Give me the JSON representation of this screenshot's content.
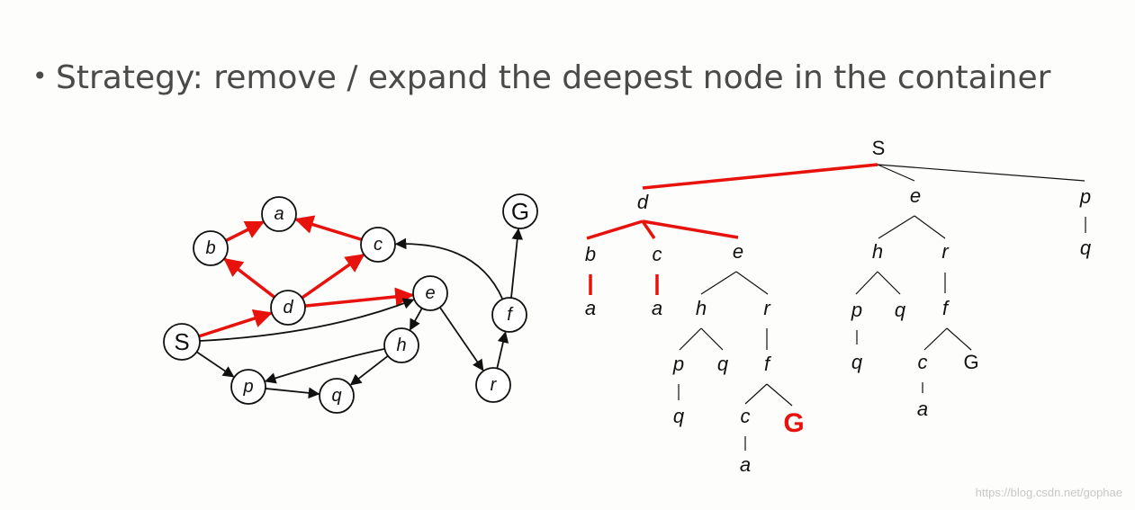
{
  "heading": {
    "bullet": "•",
    "text": "Strategy: remove / expand the deepest node in the container"
  },
  "graph": {
    "nodes": [
      {
        "id": "S",
        "label": "S",
        "style": "upright"
      },
      {
        "id": "a",
        "label": "a",
        "style": "italic"
      },
      {
        "id": "b",
        "label": "b",
        "style": "italic"
      },
      {
        "id": "c",
        "label": "c",
        "style": "italic"
      },
      {
        "id": "d",
        "label": "d",
        "style": "italic"
      },
      {
        "id": "e",
        "label": "e",
        "style": "italic"
      },
      {
        "id": "f",
        "label": "f",
        "style": "italic"
      },
      {
        "id": "G",
        "label": "G",
        "style": "upright"
      },
      {
        "id": "h",
        "label": "h",
        "style": "italic"
      },
      {
        "id": "p",
        "label": "p",
        "style": "italic"
      },
      {
        "id": "q",
        "label": "q",
        "style": "italic"
      },
      {
        "id": "r",
        "label": "r",
        "style": "italic"
      }
    ],
    "edges": [
      {
        "from": "S",
        "to": "d",
        "highlight": true
      },
      {
        "from": "d",
        "to": "b",
        "highlight": true
      },
      {
        "from": "d",
        "to": "c",
        "highlight": true
      },
      {
        "from": "d",
        "to": "e",
        "highlight": true
      },
      {
        "from": "b",
        "to": "a",
        "highlight": true
      },
      {
        "from": "c",
        "to": "a",
        "highlight": true
      },
      {
        "from": "S",
        "to": "e",
        "highlight": false
      },
      {
        "from": "S",
        "to": "p",
        "highlight": false
      },
      {
        "from": "e",
        "to": "h",
        "highlight": false
      },
      {
        "from": "e",
        "to": "r",
        "highlight": false
      },
      {
        "from": "h",
        "to": "p",
        "highlight": false
      },
      {
        "from": "h",
        "to": "q",
        "highlight": false
      },
      {
        "from": "p",
        "to": "q",
        "highlight": false
      },
      {
        "from": "r",
        "to": "f",
        "highlight": false
      },
      {
        "from": "f",
        "to": "c",
        "highlight": false
      },
      {
        "from": "f",
        "to": "G",
        "highlight": false
      }
    ]
  },
  "tree": {
    "nodes": [
      {
        "id": "t_S",
        "label": "S",
        "style": "upright"
      },
      {
        "id": "t_d",
        "label": "d",
        "style": "italic"
      },
      {
        "id": "t_e",
        "label": "e",
        "style": "italic"
      },
      {
        "id": "t_p",
        "label": "p",
        "style": "italic"
      },
      {
        "id": "t_d_b",
        "label": "b",
        "style": "italic"
      },
      {
        "id": "t_d_c",
        "label": "c",
        "style": "italic"
      },
      {
        "id": "t_d_e",
        "label": "e",
        "style": "italic"
      },
      {
        "id": "t_d_b_a",
        "label": "a",
        "style": "italic"
      },
      {
        "id": "t_d_c_a",
        "label": "a",
        "style": "italic"
      },
      {
        "id": "t_d_e_h",
        "label": "h",
        "style": "italic"
      },
      {
        "id": "t_d_e_r",
        "label": "r",
        "style": "italic"
      },
      {
        "id": "t_d_e_h_p",
        "label": "p",
        "style": "italic"
      },
      {
        "id": "t_d_e_h_q",
        "label": "q",
        "style": "italic"
      },
      {
        "id": "t_d_e_h_p_q",
        "label": "q",
        "style": "italic"
      },
      {
        "id": "t_d_e_r_f",
        "label": "f",
        "style": "italic"
      },
      {
        "id": "t_d_e_r_f_c",
        "label": "c",
        "style": "italic"
      },
      {
        "id": "t_d_e_r_f_G",
        "label": "G",
        "style": "goal"
      },
      {
        "id": "t_d_e_r_f_c_a",
        "label": "a",
        "style": "italic"
      },
      {
        "id": "t_e_h",
        "label": "h",
        "style": "italic"
      },
      {
        "id": "t_e_r",
        "label": "r",
        "style": "italic"
      },
      {
        "id": "t_e_h_p",
        "label": "p",
        "style": "italic"
      },
      {
        "id": "t_e_h_q",
        "label": "q",
        "style": "italic"
      },
      {
        "id": "t_e_h_p_q",
        "label": "q",
        "style": "italic"
      },
      {
        "id": "t_e_r_f",
        "label": "f",
        "style": "italic"
      },
      {
        "id": "t_e_r_f_c",
        "label": "c",
        "style": "italic"
      },
      {
        "id": "t_e_r_f_G",
        "label": "G",
        "style": "upright"
      },
      {
        "id": "t_e_r_f_c_a",
        "label": "a",
        "style": "italic"
      },
      {
        "id": "t_p_q",
        "label": "q",
        "style": "italic"
      }
    ],
    "edges": [
      {
        "from": "t_S",
        "to": "t_d",
        "highlight": true
      },
      {
        "from": "t_S",
        "to": "t_e",
        "highlight": false
      },
      {
        "from": "t_S",
        "to": "t_p",
        "highlight": false
      },
      {
        "from": "t_d",
        "to": "t_d_b",
        "highlight": true
      },
      {
        "from": "t_d",
        "to": "t_d_c",
        "highlight": true
      },
      {
        "from": "t_d",
        "to": "t_d_e",
        "highlight": true
      },
      {
        "from": "t_d_b",
        "to": "t_d_b_a",
        "highlight": true
      },
      {
        "from": "t_d_c",
        "to": "t_d_c_a",
        "highlight": true
      },
      {
        "from": "t_d_e",
        "to": "t_d_e_h",
        "highlight": false
      },
      {
        "from": "t_d_e",
        "to": "t_d_e_r",
        "highlight": false
      },
      {
        "from": "t_d_e_h",
        "to": "t_d_e_h_p",
        "highlight": false
      },
      {
        "from": "t_d_e_h",
        "to": "t_d_e_h_q",
        "highlight": false
      },
      {
        "from": "t_d_e_h_p",
        "to": "t_d_e_h_p_q",
        "highlight": false
      },
      {
        "from": "t_d_e_r",
        "to": "t_d_e_r_f",
        "highlight": false
      },
      {
        "from": "t_d_e_r_f",
        "to": "t_d_e_r_f_c",
        "highlight": false
      },
      {
        "from": "t_d_e_r_f",
        "to": "t_d_e_r_f_G",
        "highlight": false
      },
      {
        "from": "t_d_e_r_f_c",
        "to": "t_d_e_r_f_c_a",
        "highlight": false
      },
      {
        "from": "t_e",
        "to": "t_e_h",
        "highlight": false
      },
      {
        "from": "t_e",
        "to": "t_e_r",
        "highlight": false
      },
      {
        "from": "t_e_h",
        "to": "t_e_h_p",
        "highlight": false
      },
      {
        "from": "t_e_h",
        "to": "t_e_h_q",
        "highlight": false
      },
      {
        "from": "t_e_h_p",
        "to": "t_e_h_p_q",
        "highlight": false
      },
      {
        "from": "t_e_r",
        "to": "t_e_r_f",
        "highlight": false
      },
      {
        "from": "t_e_r_f",
        "to": "t_e_r_f_c",
        "highlight": false
      },
      {
        "from": "t_e_r_f",
        "to": "t_e_r_f_G",
        "highlight": false
      },
      {
        "from": "t_e_r_f_c",
        "to": "t_e_r_f_c_a",
        "highlight": false
      },
      {
        "from": "t_p",
        "to": "t_p_q",
        "highlight": false
      }
    ]
  },
  "colors": {
    "highlight": "#e8120c",
    "ink": "#111111",
    "heading": "#4a4a4a"
  },
  "watermark": "https://blog.csdn.net/gophae"
}
